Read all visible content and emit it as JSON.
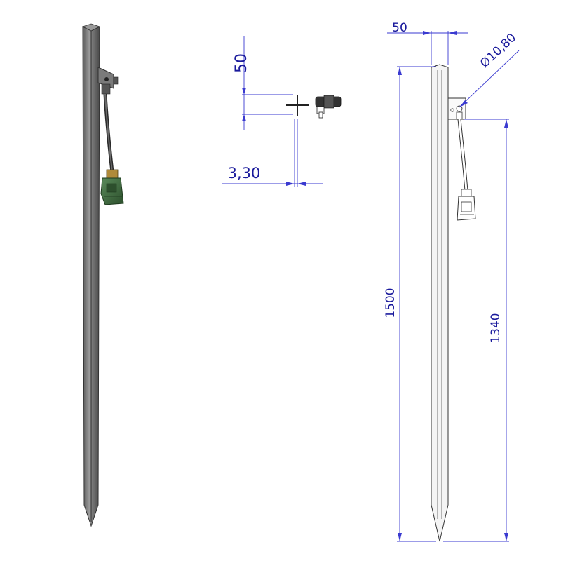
{
  "drawing": {
    "dimensions": {
      "top_view_offset": "50",
      "top_view_thickness": "3,30",
      "stake_width": "50",
      "hole_diameter": "Ø10,80",
      "total_length": "1500",
      "hole_to_tip": "1340"
    },
    "colors": {
      "dimension": "#2e2ecf",
      "dimension_text": "#1a1a9c",
      "steel": "#8c8c8c",
      "steel_dark": "#4a4a4a",
      "connector_green": "#3f6b3f",
      "brass": "#b08a3a"
    },
    "views": [
      "isometric-view",
      "top-view",
      "front-view"
    ]
  }
}
